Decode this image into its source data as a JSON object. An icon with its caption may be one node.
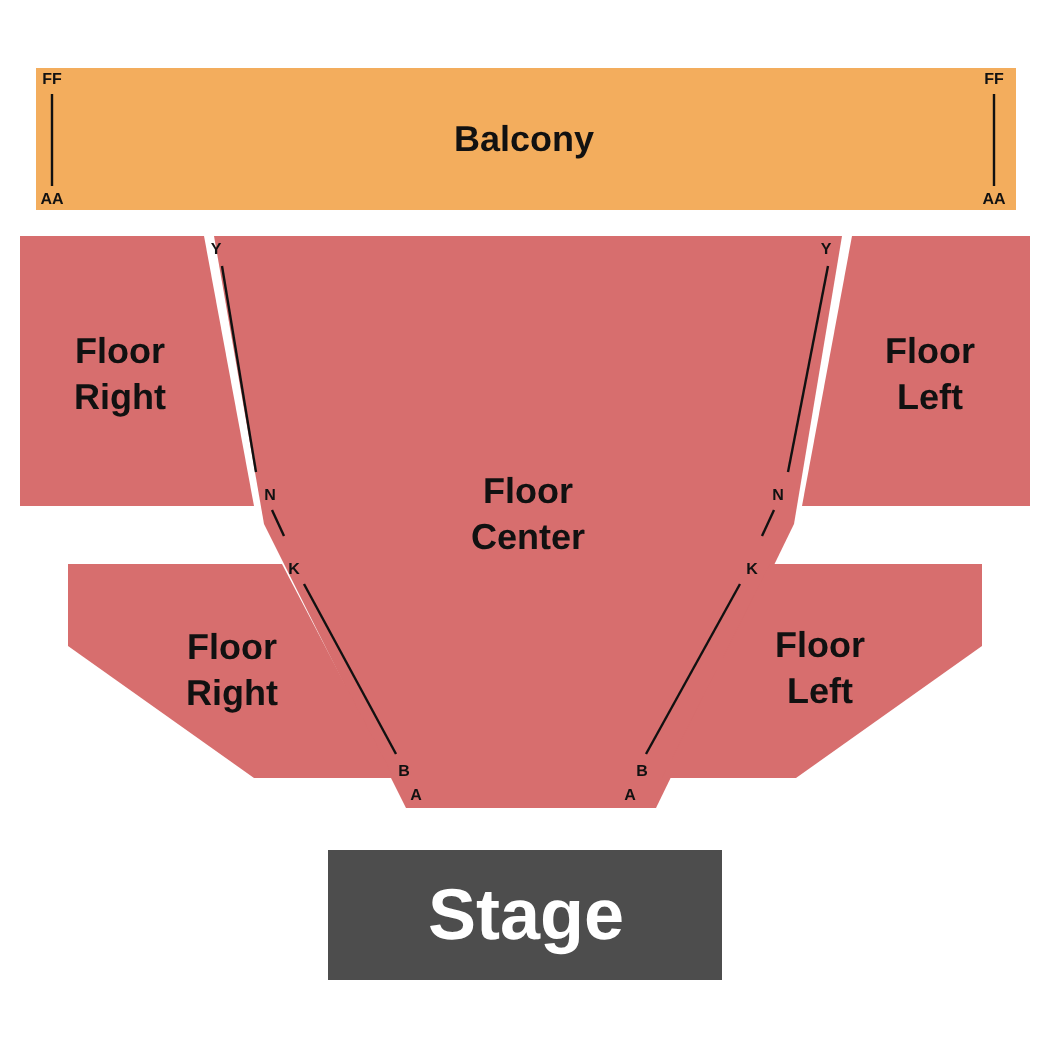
{
  "diagram": {
    "nodes": [
      {
        "text": [
          "Balcony"
        ]
      },
      {
        "text": [
          "Floor Right"
        ]
      },
      {
        "text": [
          "Floor Center"
        ]
      },
      {
        "text": [
          "Floor Left"
        ]
      },
      {
        "text": [
          "Floor Right"
        ]
      },
      {
        "text": [
          "Floor Left"
        ]
      },
      {
        "text": [
          "Stage"
        ]
      }
    ],
    "labels": [
      "FF",
      "FF",
      "AA",
      "AA",
      "Y",
      "Y",
      "N",
      "N",
      "K",
      "K",
      "B",
      "B",
      "A",
      "A"
    ]
  }
}
